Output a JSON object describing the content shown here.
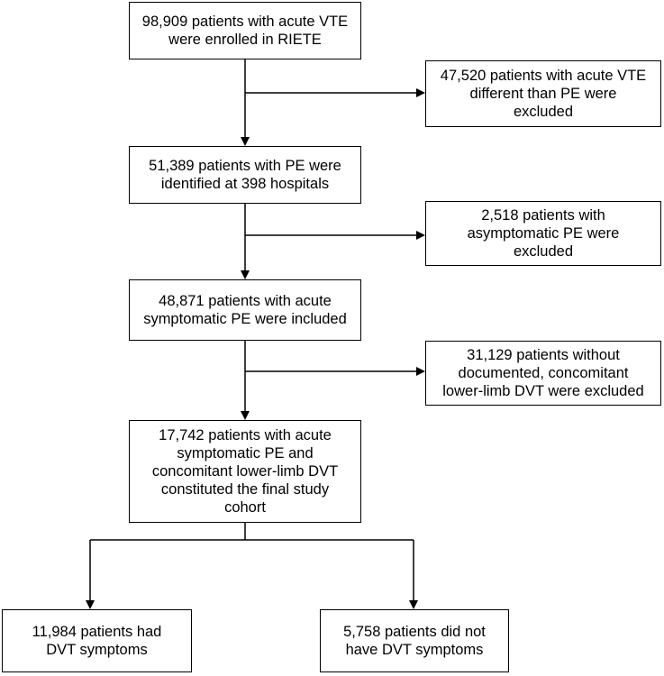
{
  "flowchart": {
    "enrolled": {
      "lines": [
        "98,909 patients with acute VTE",
        "were enrolled in RIETE"
      ]
    },
    "excluded_non_pe": {
      "lines": [
        "47,520 patients with acute VTE",
        "different than PE were",
        "excluded"
      ]
    },
    "identified_pe": {
      "lines": [
        "51,389 patients with PE were",
        "identified at 398 hospitals"
      ]
    },
    "excluded_asymptomatic": {
      "lines": [
        "2,518 patients with",
        "asymptomatic PE were",
        "excluded"
      ]
    },
    "included_symptomatic": {
      "lines": [
        "48,871 patients with acute",
        "symptomatic PE were included"
      ]
    },
    "excluded_no_dvt": {
      "lines": [
        "31,129 patients without",
        "documented, concomitant",
        "lower-limb DVT were excluded"
      ]
    },
    "final_cohort": {
      "lines": [
        "17,742 patients with acute",
        "symptomatic PE and",
        "concomitant lower-limb DVT",
        "constituted the final study",
        "cohort"
      ]
    },
    "dvt_symptoms": {
      "lines": [
        "11,984 patients had",
        "DVT symptoms"
      ]
    },
    "no_dvt_symptoms": {
      "lines": [
        "5,758 patients did not",
        "have DVT symptoms"
      ]
    }
  }
}
